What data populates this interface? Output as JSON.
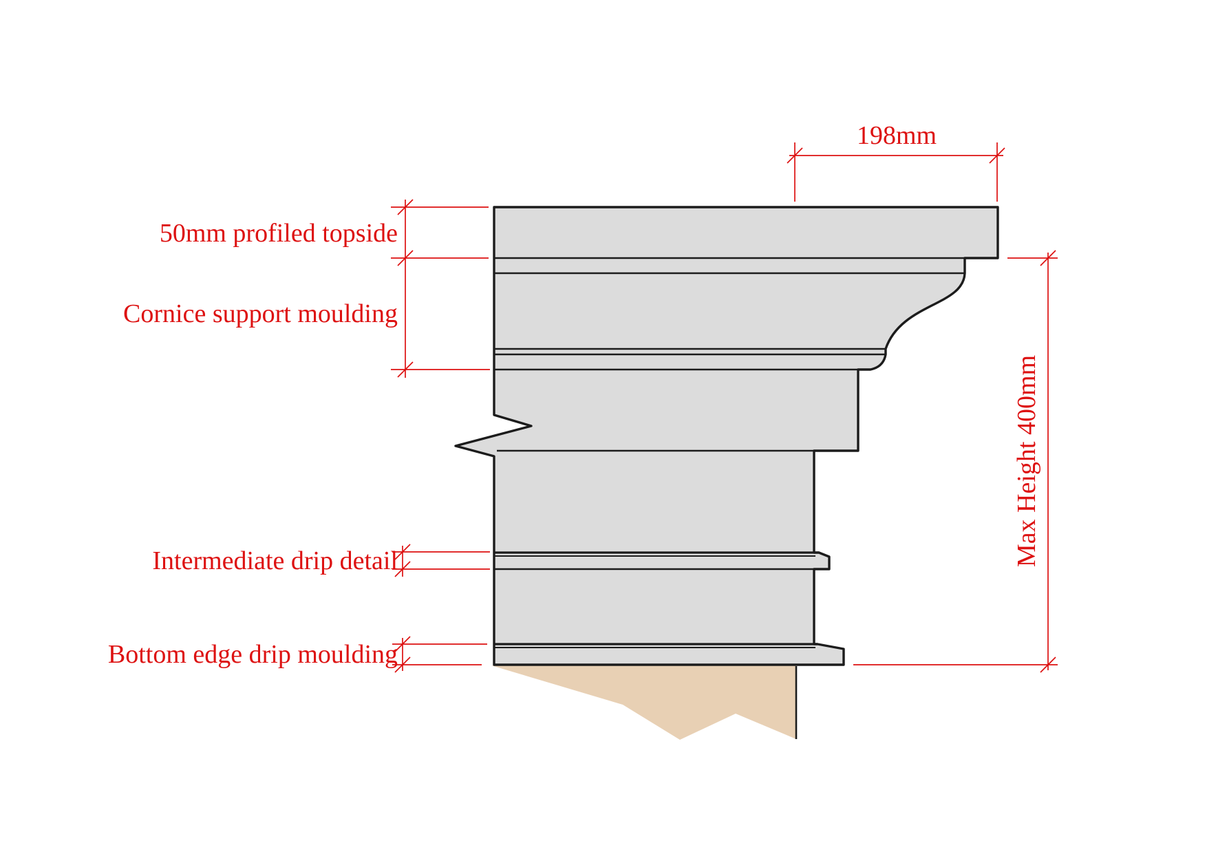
{
  "diagram": {
    "labels": {
      "profiled_topside": "50mm profiled topside",
      "cornice_support": "Cornice support moulding",
      "intermediate_drip": "Intermediate drip detail",
      "bottom_edge_drip": "Bottom edge drip moulding"
    },
    "dimensions": {
      "top_width": "198mm",
      "max_height": "Max Height 400mm"
    },
    "colors": {
      "annotation_red": "#dd1111",
      "profile_fill": "#dcdcdc",
      "outline_black": "#1c1c1c",
      "wall_fill": "#e8d0b4"
    }
  }
}
